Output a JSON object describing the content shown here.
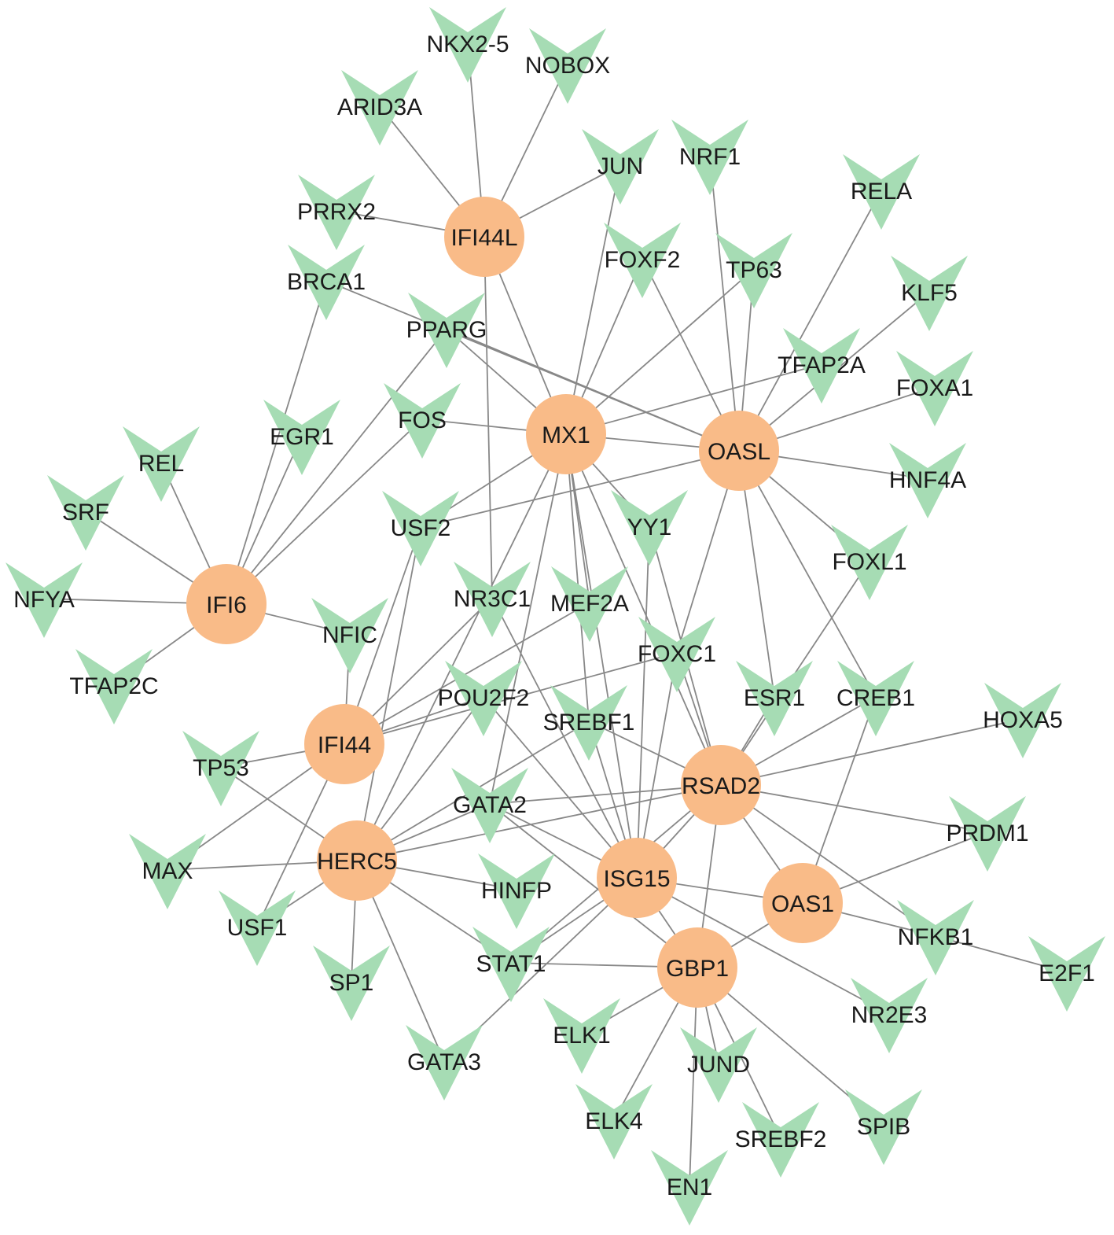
{
  "colors": {
    "hub": "#f9bb88",
    "transcription_factor": "#a6dcb4",
    "edge": "#888888",
    "label": "#1a1a1a"
  },
  "hub_icon": "circle",
  "tf_icon": "chevron-down-arrowhead",
  "hubs": [
    "IFI44L",
    "MX1",
    "OASL",
    "IFI6",
    "IFI44",
    "HERC5",
    "RSAD2",
    "ISG15",
    "OAS1",
    "GBP1"
  ],
  "transcription_factors": [
    "NKX2-5",
    "NOBOX",
    "ARID3A",
    "JUN",
    "NRF1",
    "RELA",
    "PRRX2",
    "FOXF2",
    "TP63",
    "KLF5",
    "BRCA1",
    "PPARG",
    "TFAP2A",
    "FOXA1",
    "FOS",
    "EGR1",
    "REL",
    "HNF4A",
    "SRF",
    "USF2",
    "YY1",
    "FOXL1",
    "NFYA",
    "NR3C1",
    "MEF2A",
    "NFIC",
    "FOXC1",
    "TFAP2C",
    "ESR1",
    "CREB1",
    "POU2F2",
    "SREBF1",
    "HOXA5",
    "TP53",
    "GATA2",
    "PRDM1",
    "MAX",
    "HINFP",
    "USF1",
    "NFKB1",
    "E2F1",
    "STAT1",
    "SP1",
    "NR2E3",
    "ELK1",
    "GATA3",
    "JUND",
    "ELK4",
    "SPIB",
    "SREBF2",
    "EN1"
  ],
  "edges": [
    [
      "IFI44L",
      "NKX2-5"
    ],
    [
      "IFI44L",
      "NOBOX"
    ],
    [
      "IFI44L",
      "ARID3A"
    ],
    [
      "IFI44L",
      "JUN"
    ],
    [
      "IFI44L",
      "PRRX2"
    ],
    [
      "IFI44L",
      "MX1"
    ],
    [
      "IFI44L",
      "NR3C1"
    ],
    [
      "MX1",
      "PPARG"
    ],
    [
      "MX1",
      "JUN"
    ],
    [
      "MX1",
      "FOXF2"
    ],
    [
      "MX1",
      "TP63"
    ],
    [
      "MX1",
      "TFAP2A"
    ],
    [
      "MX1",
      "FOS"
    ],
    [
      "MX1",
      "OASL"
    ],
    [
      "MX1",
      "USF2"
    ],
    [
      "MX1",
      "YY1"
    ],
    [
      "MX1",
      "MEF2A"
    ],
    [
      "MX1",
      "SREBF1"
    ],
    [
      "MX1",
      "GATA2"
    ],
    [
      "MX1",
      "RSAD2"
    ],
    [
      "MX1",
      "ISG15"
    ],
    [
      "MX1",
      "HERC5"
    ],
    [
      "OASL",
      "NRF1"
    ],
    [
      "OASL",
      "RELA"
    ],
    [
      "OASL",
      "KLF5"
    ],
    [
      "OASL",
      "FOXA1"
    ],
    [
      "OASL",
      "HNF4A"
    ],
    [
      "OASL",
      "FOXL1"
    ],
    [
      "OASL",
      "TP63"
    ],
    [
      "OASL",
      "FOXF2"
    ],
    [
      "OASL",
      "PPARG"
    ],
    [
      "OASL",
      "BRCA1"
    ],
    [
      "OASL",
      "USF2"
    ],
    [
      "OASL",
      "FOXC1"
    ],
    [
      "OASL",
      "ESR1"
    ],
    [
      "OASL",
      "CREB1"
    ],
    [
      "IFI6",
      "REL"
    ],
    [
      "IFI6",
      "SRF"
    ],
    [
      "IFI6",
      "NFYA"
    ],
    [
      "IFI6",
      "TFAP2C"
    ],
    [
      "IFI6",
      "EGR1"
    ],
    [
      "IFI6",
      "BRCA1"
    ],
    [
      "IFI6",
      "PPARG"
    ],
    [
      "IFI6",
      "FOS"
    ],
    [
      "IFI6",
      "NFIC"
    ],
    [
      "IFI44",
      "USF2"
    ],
    [
      "IFI44",
      "NFIC"
    ],
    [
      "IFI44",
      "TP53"
    ],
    [
      "IFI44",
      "MAX"
    ],
    [
      "IFI44",
      "USF1"
    ],
    [
      "IFI44",
      "NR3C1"
    ],
    [
      "IFI44",
      "MEF2A"
    ],
    [
      "IFI44",
      "FOXC1"
    ],
    [
      "IFI44",
      "POU2F2"
    ],
    [
      "HERC5",
      "USF2"
    ],
    [
      "HERC5",
      "TP53"
    ],
    [
      "HERC5",
      "MAX"
    ],
    [
      "HERC5",
      "USF1"
    ],
    [
      "HERC5",
      "SP1"
    ],
    [
      "HERC5",
      "GATA3"
    ],
    [
      "HERC5",
      "HINFP"
    ],
    [
      "HERC5",
      "STAT1"
    ],
    [
      "HERC5",
      "POU2F2"
    ],
    [
      "HERC5",
      "GATA2"
    ],
    [
      "HERC5",
      "SREBF1"
    ],
    [
      "HERC5",
      "RSAD2"
    ],
    [
      "RSAD2",
      "HOXA5"
    ],
    [
      "RSAD2",
      "PRDM1"
    ],
    [
      "RSAD2",
      "ESR1"
    ],
    [
      "RSAD2",
      "CREB1"
    ],
    [
      "RSAD2",
      "FOXL1"
    ],
    [
      "RSAD2",
      "YY1"
    ],
    [
      "RSAD2",
      "NFKB1"
    ],
    [
      "RSAD2",
      "OAS1"
    ],
    [
      "RSAD2",
      "GATA2"
    ],
    [
      "RSAD2",
      "SREBF1"
    ],
    [
      "RSAD2",
      "FOXC1"
    ],
    [
      "RSAD2",
      "STAT1"
    ],
    [
      "RSAD2",
      "ISG15"
    ],
    [
      "RSAD2",
      "GBP1"
    ],
    [
      "ISG15",
      "NR3C1"
    ],
    [
      "ISG15",
      "POU2F2"
    ],
    [
      "ISG15",
      "SREBF1"
    ],
    [
      "ISG15",
      "GATA2"
    ],
    [
      "ISG15",
      "STAT1"
    ],
    [
      "ISG15",
      "GATA3"
    ],
    [
      "ISG15",
      "NR2E3"
    ],
    [
      "ISG15",
      "OAS1"
    ],
    [
      "ISG15",
      "GBP1"
    ],
    [
      "ISG15",
      "FOXC1"
    ],
    [
      "ISG15",
      "YY1"
    ],
    [
      "OAS1",
      "PRDM1"
    ],
    [
      "OAS1",
      "NFKB1"
    ],
    [
      "OAS1",
      "GBP1"
    ],
    [
      "OAS1",
      "CREB1"
    ],
    [
      "NFKB1",
      "E2F1"
    ],
    [
      "GBP1",
      "STAT1"
    ],
    [
      "GBP1",
      "ELK1"
    ],
    [
      "GBP1",
      "JUND"
    ],
    [
      "GBP1",
      "ELK4"
    ],
    [
      "GBP1",
      "EN1"
    ],
    [
      "GBP1",
      "SPIB"
    ],
    [
      "GBP1",
      "SREBF2"
    ],
    [
      "GBP1",
      "GATA2"
    ]
  ]
}
